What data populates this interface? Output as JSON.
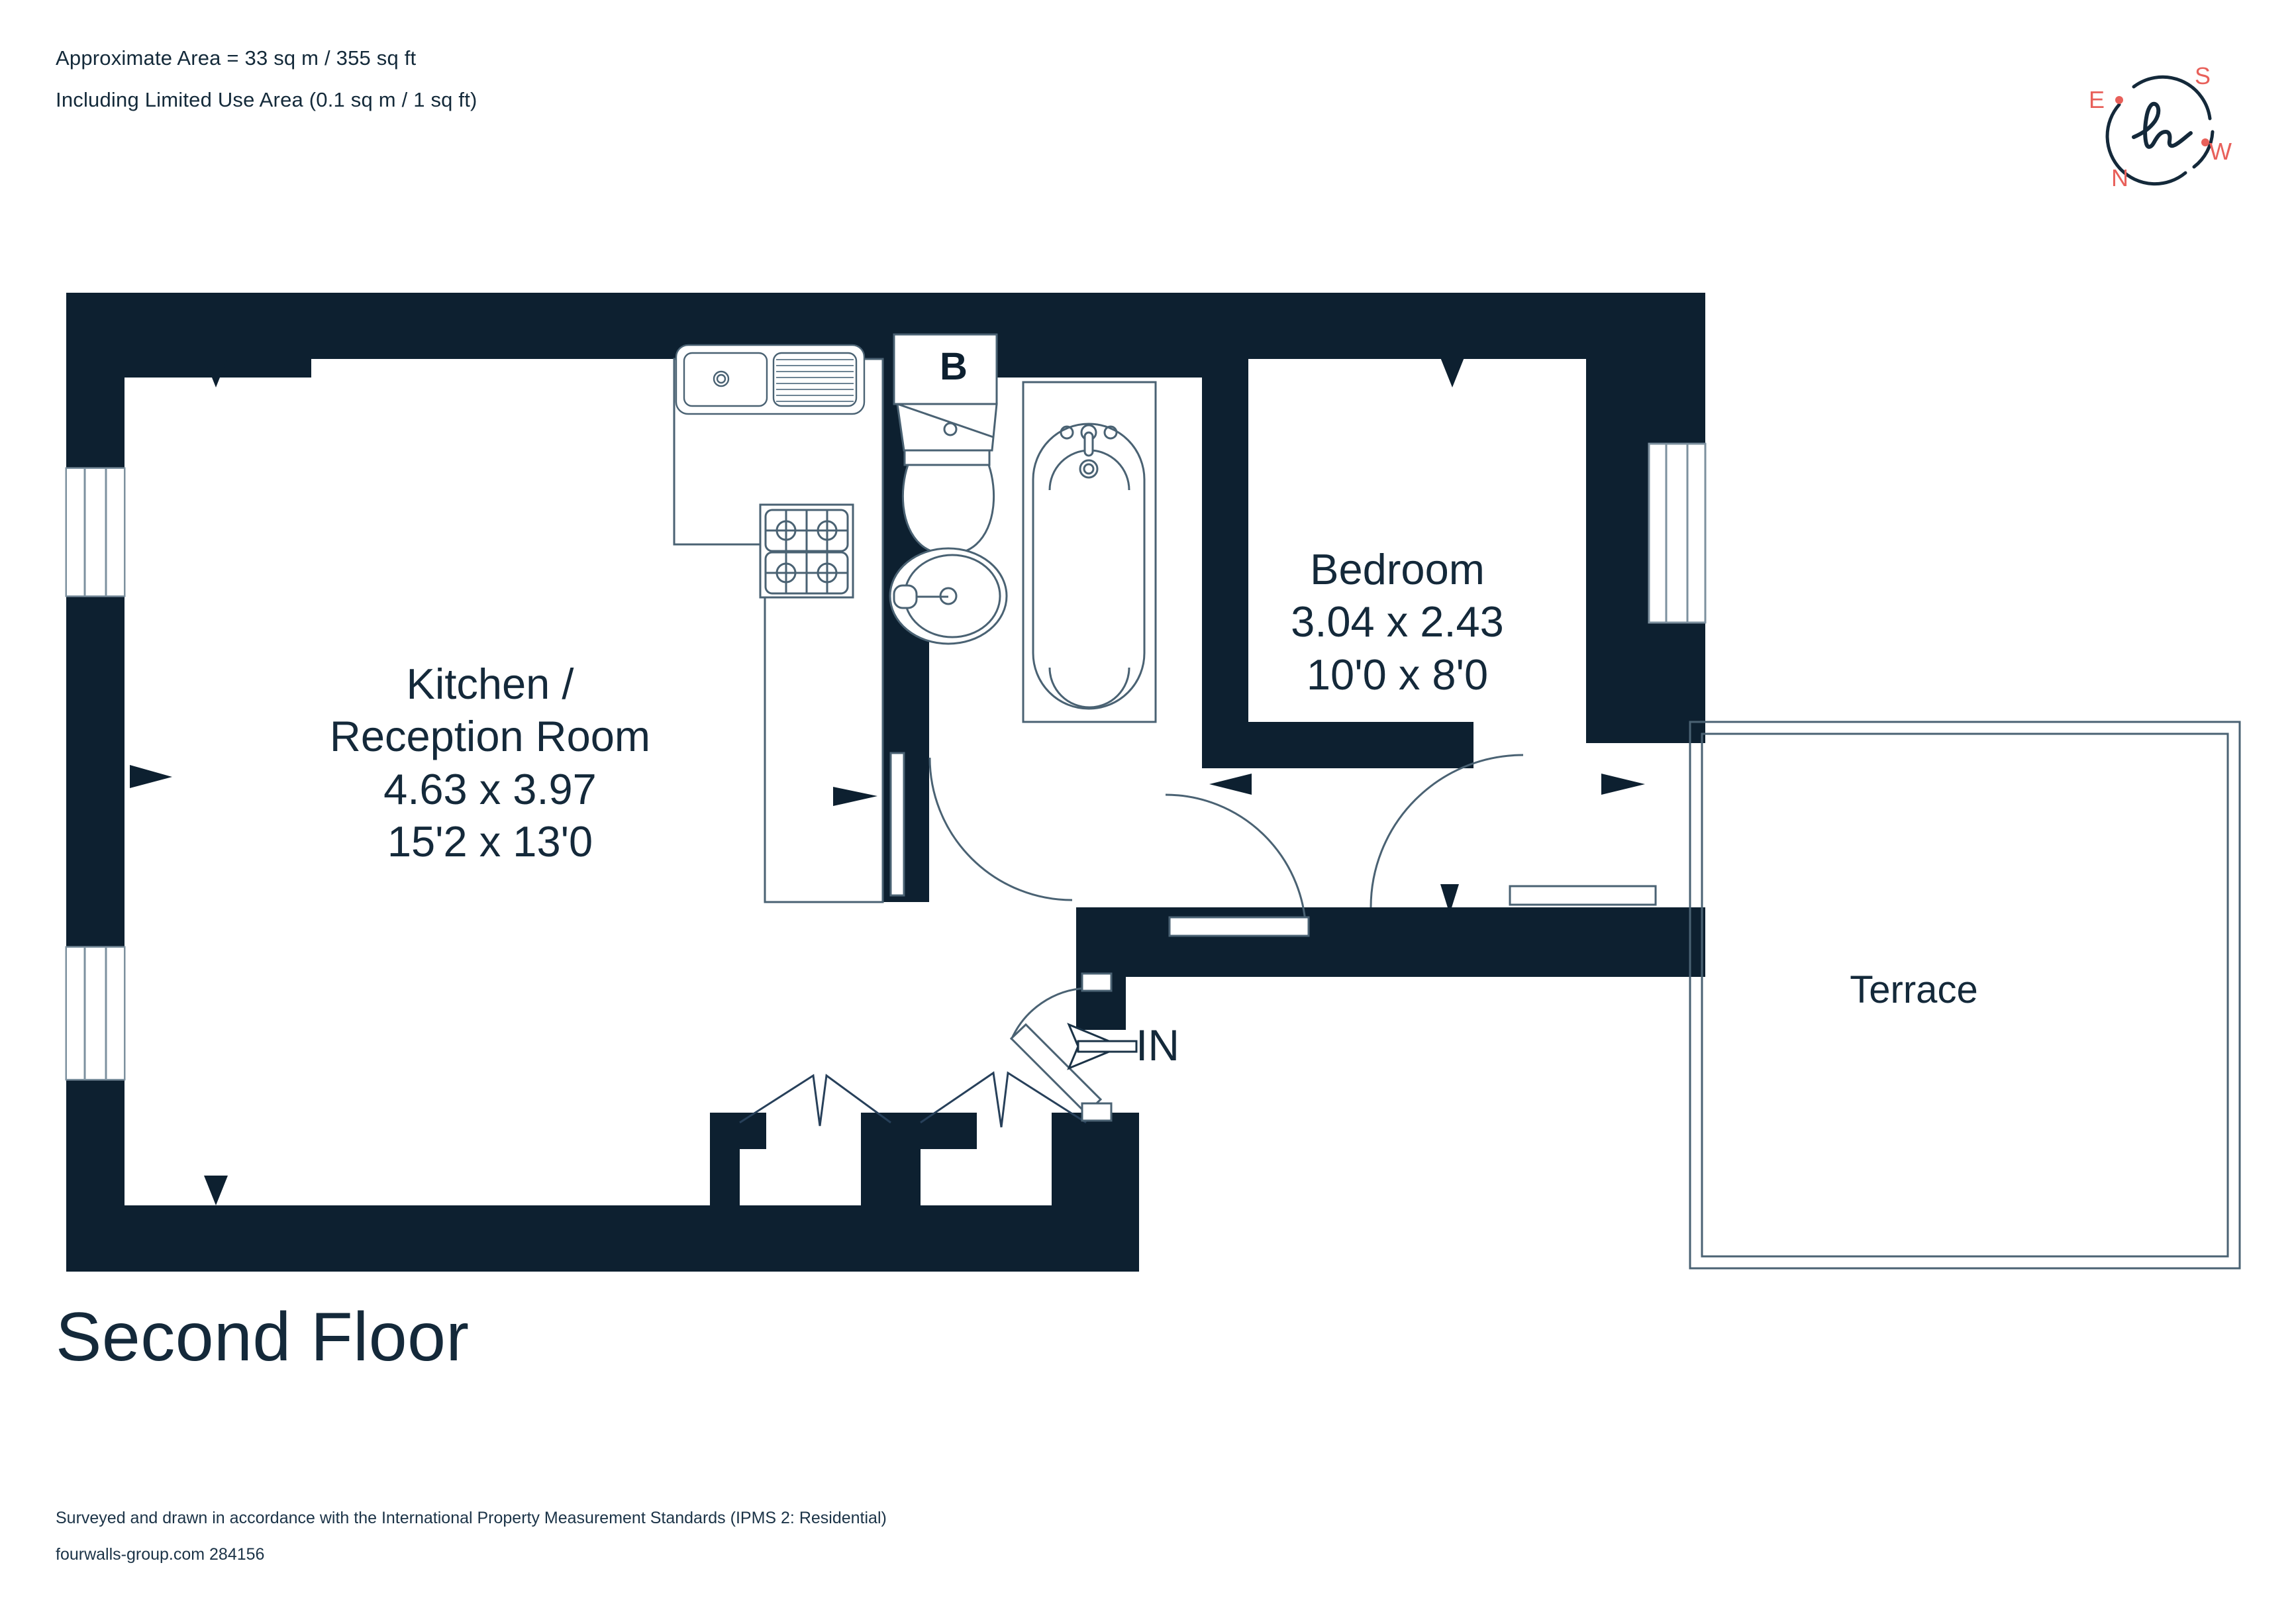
{
  "header": {
    "area_line": "Approximate Area = 33 sq m / 355 sq ft",
    "limited_use_line": "Including Limited Use Area (0.1 sq m / 1 sq ft)"
  },
  "compass": {
    "monogram": "h",
    "east": "E",
    "south": "S",
    "north": "N",
    "west": "W",
    "letter_color": "#e8605a",
    "ring_color": "#14293a"
  },
  "plan": {
    "wall_color": "#0d2030",
    "fixture_line_color": "#4a6273",
    "floor_title": "Second Floor",
    "entry_marker": "IN",
    "bathroom_letter": "B",
    "rooms": [
      {
        "name": "kitchen-reception",
        "label_line1": "Kitchen /",
        "label_line2": "Reception Room",
        "metric": "4.63 x 3.97",
        "imperial": "15'2 x 13'0"
      },
      {
        "name": "bedroom",
        "label_line1": "Bedroom",
        "label_line2": "",
        "metric": "3.04 x 2.43",
        "imperial": "10'0 x 8'0"
      },
      {
        "name": "terrace",
        "label_line1": "Terrace",
        "label_line2": "",
        "metric": "",
        "imperial": ""
      }
    ]
  },
  "footer": {
    "standards_line": "Surveyed and drawn in accordance with the International Property Measurement Standards (IPMS 2: Residential)",
    "source_line": "fourwalls-group.com 284156"
  }
}
